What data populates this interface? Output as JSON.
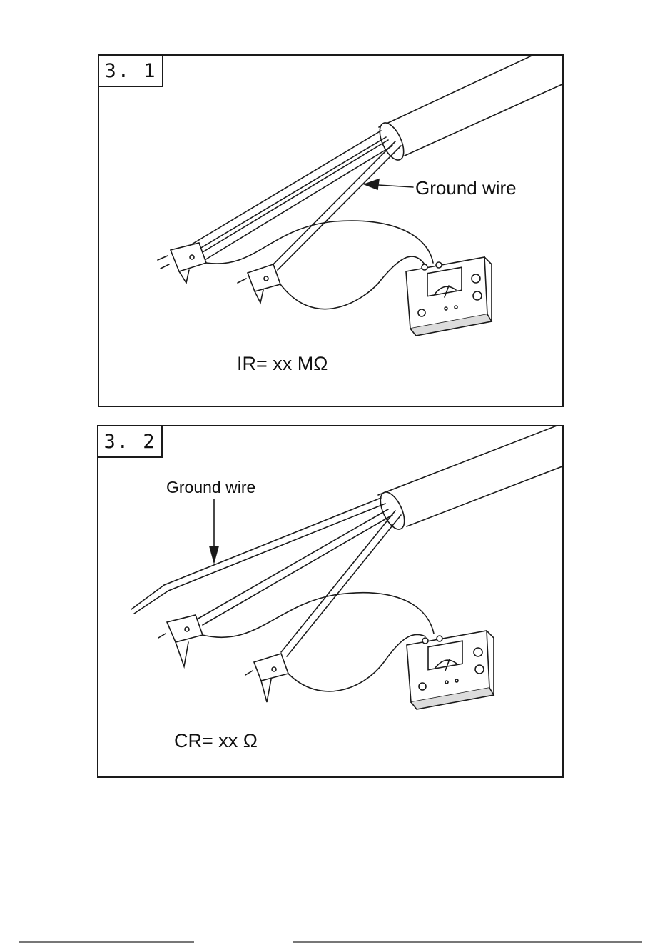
{
  "panels": [
    {
      "id": "3.1",
      "label": "3. 1",
      "ground_wire_label": "Ground wire",
      "formula": "IR= xx MΩ"
    },
    {
      "id": "3.2",
      "label": "3. 2",
      "ground_wire_label": "Ground wire",
      "formula": "CR= xx Ω"
    }
  ],
  "colors": {
    "line": "#1a1a1a",
    "fill": "#ffffff",
    "shade": "#dcdcdc"
  }
}
